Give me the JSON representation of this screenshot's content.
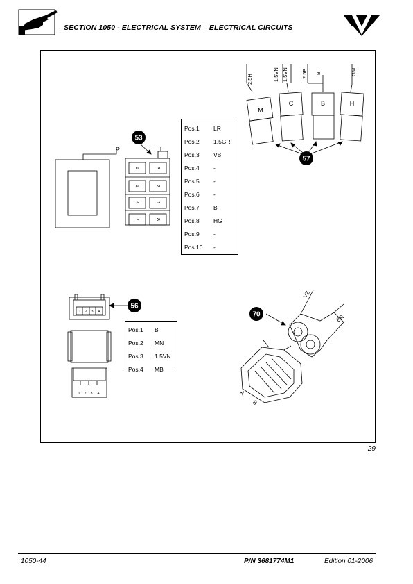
{
  "header": {
    "title": "SECTION 1050 - ELECTRICAL SYSTEM – ELECTRICAL CIRCUITS"
  },
  "figure": {
    "page_number": "29",
    "callouts": {
      "c53": "53",
      "c56": "56",
      "c57": "57",
      "c70": "70"
    },
    "table_53": [
      {
        "pos": "Pos.1",
        "val": "LR"
      },
      {
        "pos": "Pos.2",
        "val": "1.5GR"
      },
      {
        "pos": "Pos.3",
        "val": "VB"
      },
      {
        "pos": "Pos.4",
        "val": "-"
      },
      {
        "pos": "Pos.5",
        "val": "-"
      },
      {
        "pos": "Pos.6",
        "val": "-"
      },
      {
        "pos": "Pos.7",
        "val": "B"
      },
      {
        "pos": "Pos.8",
        "val": "HG"
      },
      {
        "pos": "Pos.9",
        "val": "-"
      },
      {
        "pos": "Pos.10",
        "val": "-"
      }
    ],
    "table_56": [
      {
        "pos": "Pos.1",
        "val": "B"
      },
      {
        "pos": "Pos.2",
        "val": "MN"
      },
      {
        "pos": "Pos.3",
        "val": "1.5VN"
      },
      {
        "pos": "Pos.4",
        "val": "MB"
      }
    ],
    "connector_53_cavities": [
      "6",
      "3",
      "5",
      "2",
      "4",
      "1",
      "7",
      "8"
    ],
    "connector_56_pins": [
      "1",
      "2",
      "3",
      "4"
    ],
    "connector_57": {
      "terminals": [
        "M",
        "C",
        "B",
        "H"
      ],
      "wires": [
        "2.5H",
        "1.5VN",
        "1.5VN",
        "2.5B",
        "B",
        "GM"
      ]
    },
    "connector_70": {
      "wires": [
        "VZ",
        "BR"
      ],
      "letters": [
        "A",
        "B"
      ]
    }
  },
  "footer": {
    "code": "1050-44",
    "part_number": "P/N 3681774M1",
    "edition": "Edition 01-2006"
  }
}
